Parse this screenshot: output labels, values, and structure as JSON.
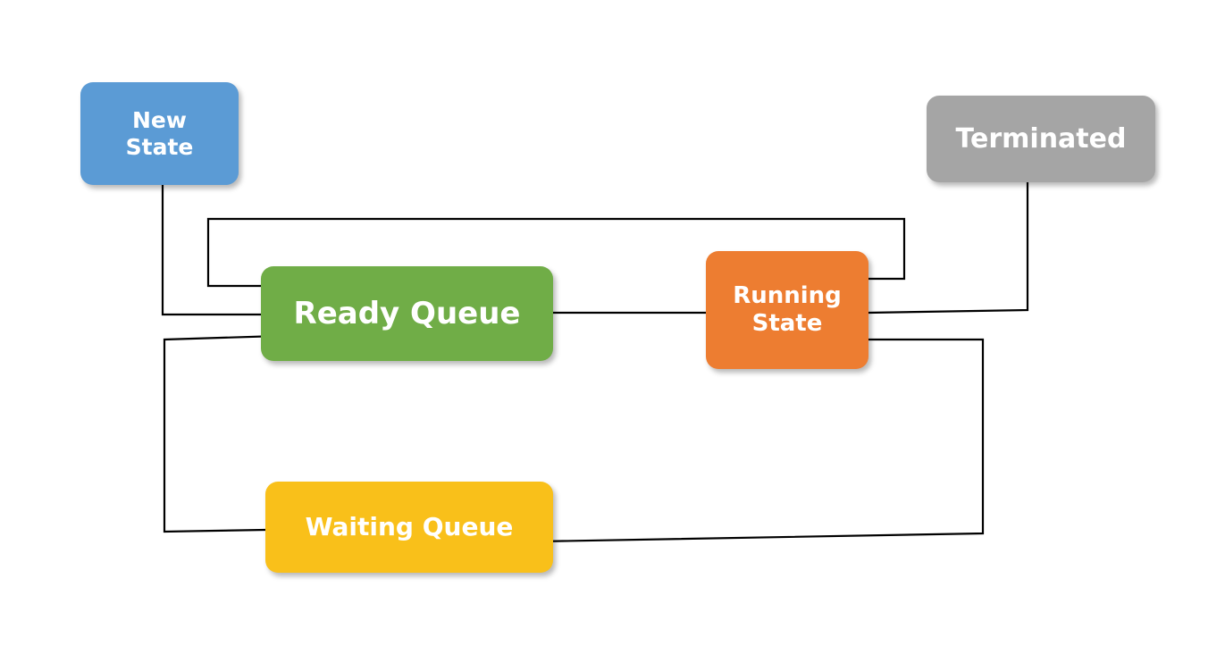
{
  "nodes": {
    "new_state": {
      "label": "New\nState",
      "color": "#5b9bd5"
    },
    "ready_queue": {
      "label": "Ready Queue",
      "color": "#70ad47"
    },
    "running_state": {
      "label": "Running\nState",
      "color": "#ed7d31"
    },
    "waiting_queue": {
      "label": "Waiting Queue",
      "color": "#f9c01a"
    },
    "terminated": {
      "label": "Terminated",
      "color": "#a5a5a5"
    }
  },
  "edges": [
    {
      "from": "new_state",
      "to": "ready_queue"
    },
    {
      "from": "running_state",
      "to": "ready_queue"
    },
    {
      "from": "ready_queue",
      "to": "running_state"
    },
    {
      "from": "running_state",
      "to": "terminated"
    },
    {
      "from": "running_state",
      "to": "waiting_queue"
    },
    {
      "from": "waiting_queue",
      "to": "ready_queue"
    }
  ],
  "style": {
    "line_color": "#000000"
  }
}
